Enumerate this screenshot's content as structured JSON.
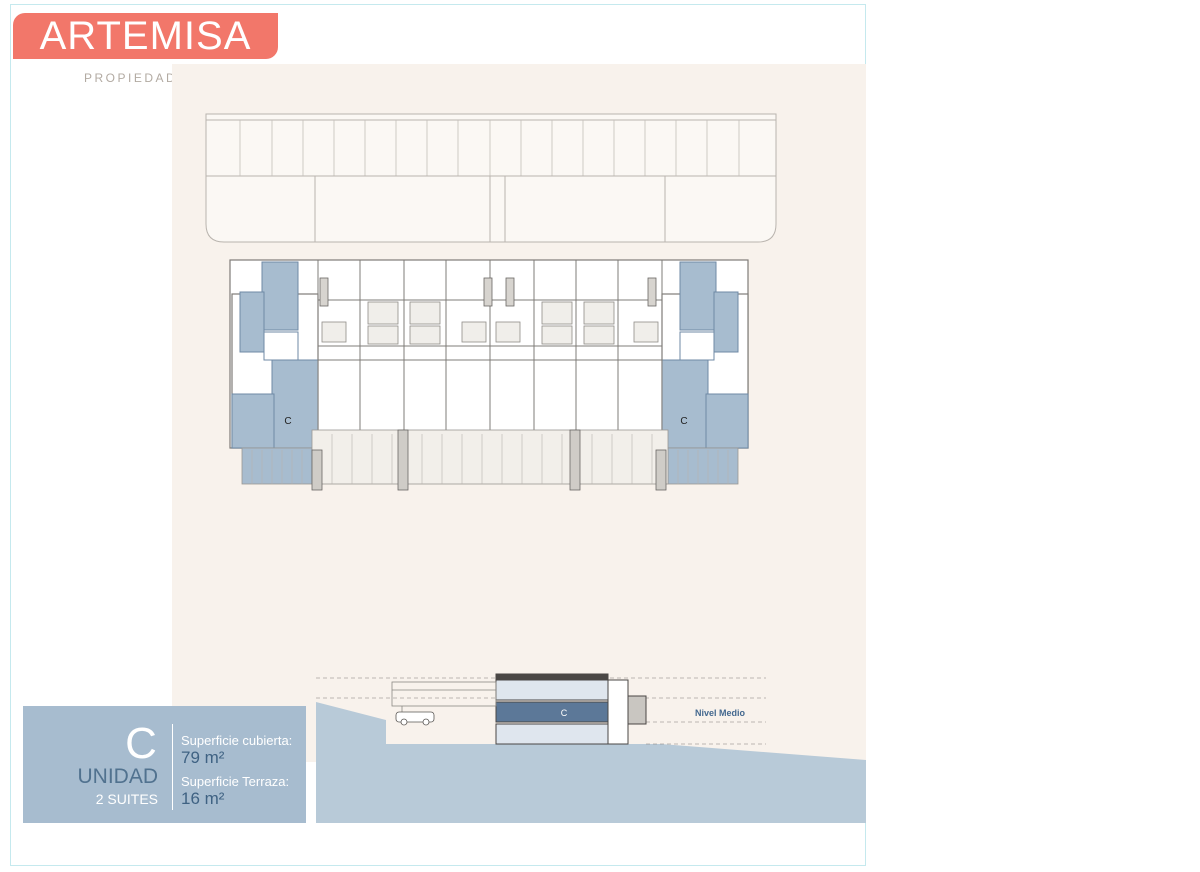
{
  "brand": {
    "logo": "ARTEMISA",
    "subtitle": "PROPIEDADES"
  },
  "plan": {
    "unit_labels": [
      "C",
      "C"
    ]
  },
  "section": {
    "unit_label": "C",
    "level_label": "Nivel Medio"
  },
  "unit_info": {
    "letter": "C",
    "unidad": "UNIDAD",
    "suites": "2 SUITES",
    "covered_label": "Superficie cubierta:",
    "covered_value": "79 m²",
    "terrace_label": "Superficie Terraza:",
    "terrace_value": "16 m²"
  },
  "colors": {
    "brand": "#f2776a",
    "highlight_unit": "#a7bccf",
    "plan_background": "#f8f2ec",
    "frame_border": "#c5e9ee"
  }
}
